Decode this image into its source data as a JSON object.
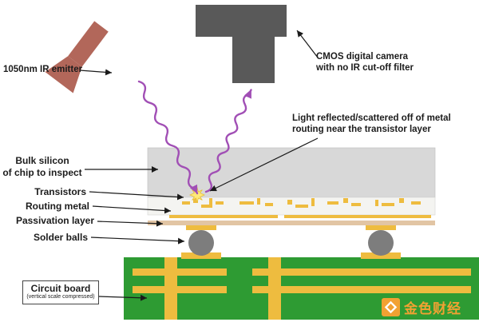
{
  "annotations": {
    "ir_emitter": "1050nm IR emitter",
    "camera": "CMOS digital camera\nwith no IR cut-off filter",
    "reflected_light": "Light reflected/scattered off of metal\nrouting near the transistor layer",
    "bulk_silicon": "Bulk silicon\nof chip to inspect",
    "transistors": "Transistors",
    "routing_metal": "Routing metal",
    "passivation_layer": "Passivation layer",
    "solder_balls": "Solder balls",
    "circuit_board": "Circuit board",
    "circuit_board_note": "(vertical scale compressed)"
  },
  "watermark": {
    "text": "金色财经",
    "icon": "coin-logo-icon"
  },
  "colors": {
    "camera_body": "#595959",
    "ir_emitter": "#b2675a",
    "ir_beam": "#a14fb5",
    "bulk_silicon": "#d8d8d8",
    "device_layer": "#f4f4f1",
    "routing_metal": "#eebc3f",
    "passivation": "#e2c5a4",
    "solder_ball": "#7d7d7d",
    "circuit_board": "#2e9b33",
    "spark": "#ffe97a",
    "leader": "#1a1a1a",
    "watermark": "#f2a132"
  }
}
